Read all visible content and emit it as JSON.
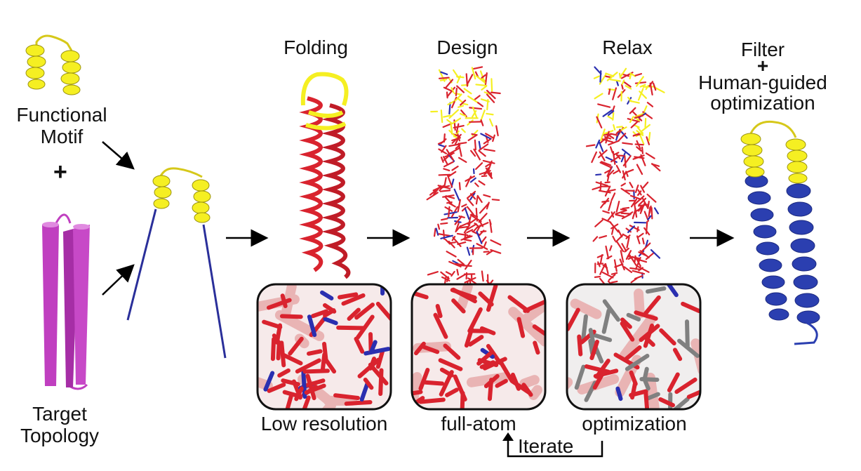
{
  "motif": {
    "line1": "Functional",
    "line2": "Motif"
  },
  "plus": "+",
  "topology": {
    "line1": "Target",
    "line2": "Topology"
  },
  "steps": {
    "folding": "Folding",
    "design": "Design",
    "relax": "Relax",
    "filter_line1": "Filter",
    "filter_plus": "+",
    "filter_line2": "Human-guided",
    "filter_line3": "optimization"
  },
  "insets": {
    "low_res": "Low resolution",
    "full_atom": "full-atom",
    "optimization": "optimization"
  },
  "iterate": "Iterate",
  "colors": {
    "motif_yellow": "#f5ef22",
    "topology_magenta": "#c03fc0",
    "scaffold_blue": "#2740b0",
    "backbone_red": "#d9232e",
    "nitrogen_blue": "#2a2fb0",
    "relaxed_gray": "#808080"
  }
}
